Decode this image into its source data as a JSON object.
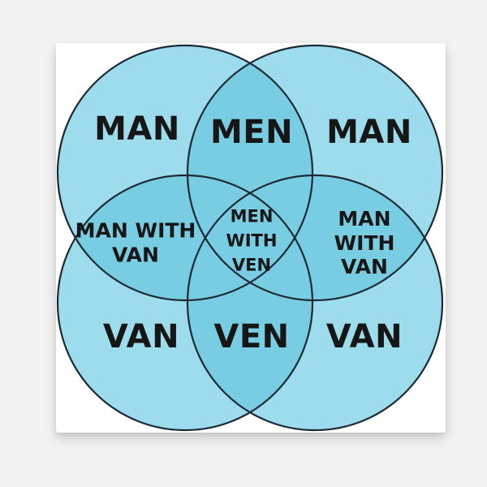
{
  "page": {
    "background_color": "#f2f2f3",
    "canvas_color": "#ffffff"
  },
  "colors": {
    "region_single": "#9cdcec",
    "region_overlap": "#79cde2",
    "circle_outline": "#1d2a35",
    "label_text": "#161616"
  },
  "venn": {
    "description": "Four-circle Venn diagram meme on a canvas print",
    "labels": {
      "top_left": "MAN",
      "top_center": "MEN",
      "top_right": "MAN",
      "middle_left": "MAN WITH\nVAN",
      "center": "MEN\nWITH\nVEN",
      "middle_right": "MAN WITH\nVAN",
      "bottom_left": "VAN",
      "bottom_center": "VEN",
      "bottom_right": "VAN"
    }
  }
}
